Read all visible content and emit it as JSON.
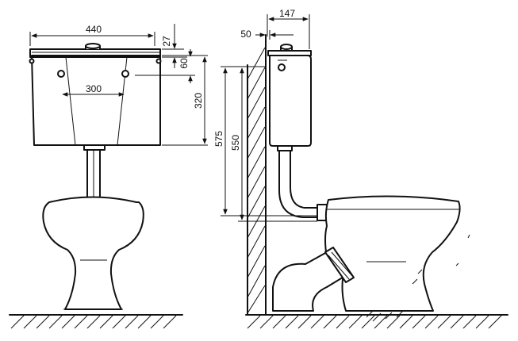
{
  "drawing": {
    "front_view": {
      "dim_tank_width": "440",
      "dim_lid_height": "27",
      "dim_inlet_offset": "60",
      "dim_hole_spacing": "300",
      "dim_tank_height": "320"
    },
    "side_view": {
      "dim_tank_depth": "147",
      "dim_wall_gap": "50",
      "dim_height_outer": "575",
      "dim_height_inner": "550"
    }
  }
}
